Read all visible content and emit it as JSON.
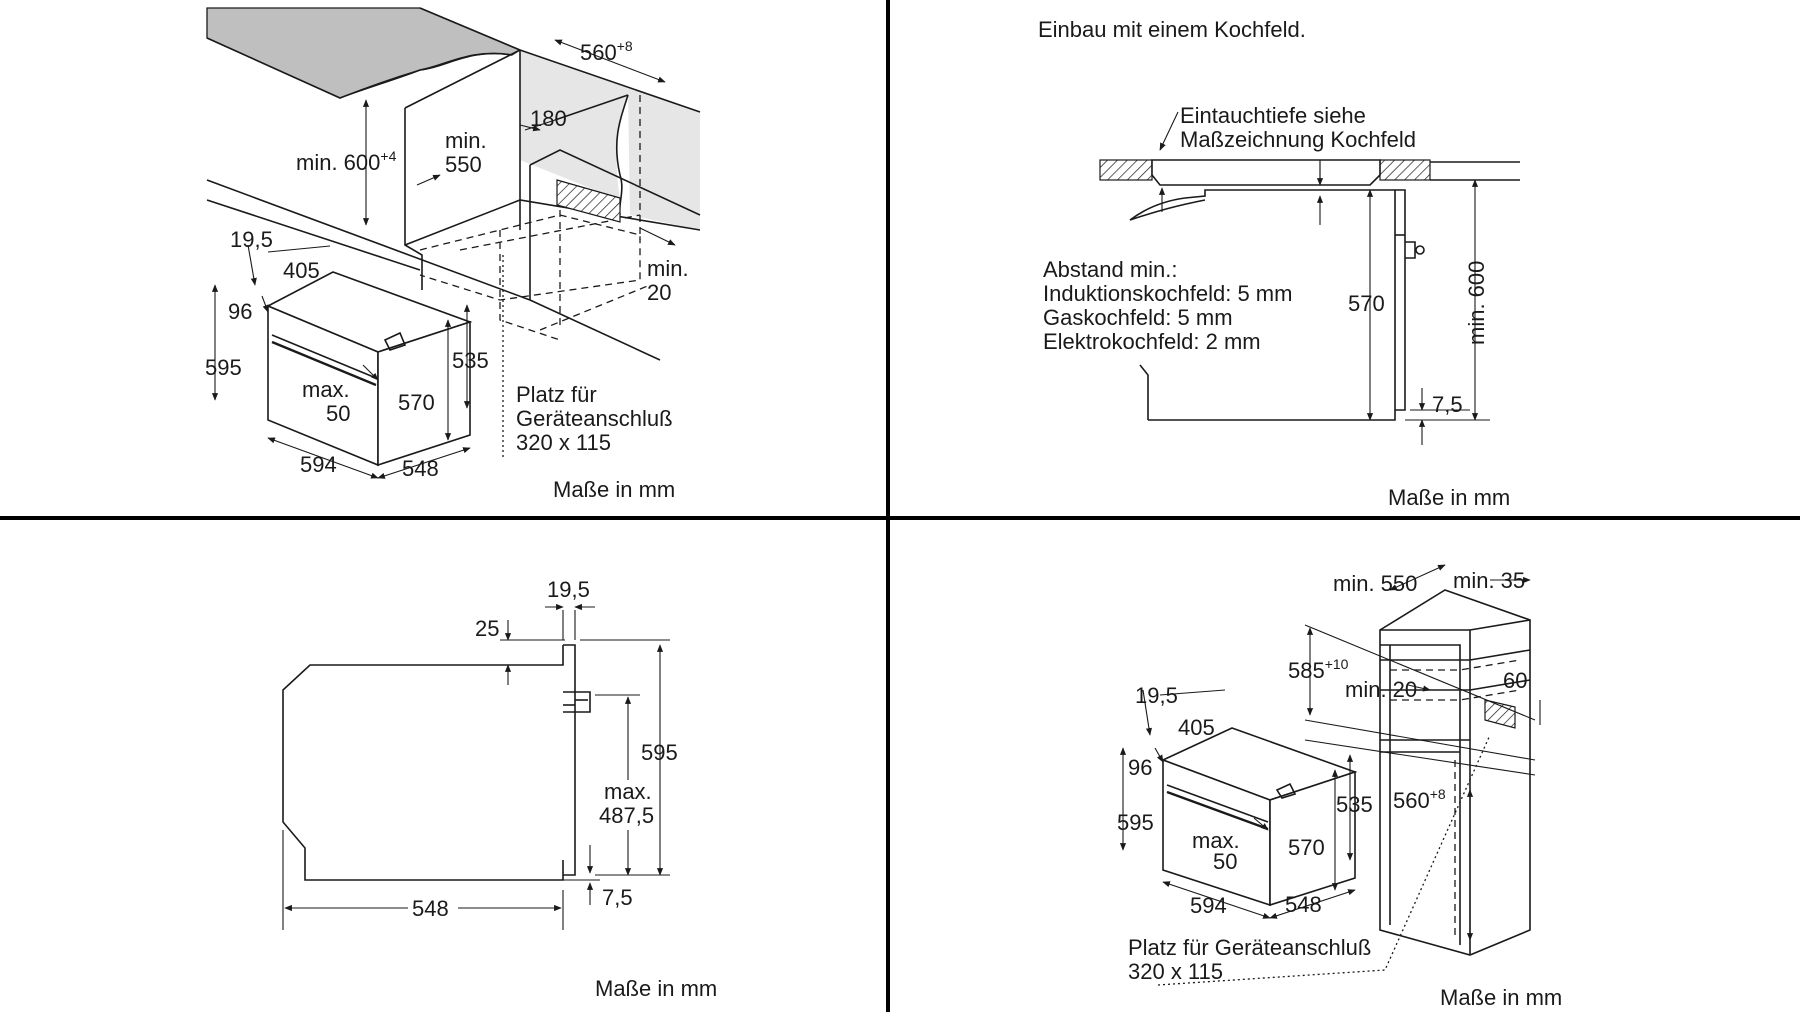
{
  "panel_top_left": {
    "dims": {
      "d560": "560",
      "d560_sup": "+8",
      "min600": "min. 600",
      "min600_sup": "+4",
      "min550_a": "min.",
      "min550_b": "550",
      "d180": "180",
      "min20_a": "min.",
      "min20_b": "20",
      "d19_5": "19,5",
      "d405": "405",
      "d96": "96",
      "d595": "595",
      "d535": "535",
      "max50_a": "max.",
      "max50_b": "50",
      "d570": "570",
      "d594": "594",
      "d548": "548"
    },
    "platz_line1": "Platz für",
    "platz_line2": "Geräteanschluß",
    "platz_line3": "320 x 115",
    "units": "Maße in mm"
  },
  "panel_top_right": {
    "title": "Einbau mit einem Kochfeld.",
    "eintauch_line1": "Eintauchtiefe siehe",
    "eintauch_line2": "Maßzeichnung Kochfeld",
    "abstand_line1": "Abstand min.:",
    "abstand_line2": "Induktionskochfeld: 5 mm",
    "abstand_line3": "Gaskochfeld: 5 mm",
    "abstand_line4": "Elektrokochfeld: 2 mm",
    "d570": "570",
    "min600": "min. 600",
    "d7_5": "7,5",
    "units": "Maße in mm"
  },
  "panel_bottom_left": {
    "d19_5": "19,5",
    "d25": "25",
    "d595": "595",
    "max_a": "max.",
    "max_b": "487,5",
    "d548": "548",
    "d7_5": "7,5",
    "units": "Maße in mm"
  },
  "panel_bottom_right": {
    "min550": "min. 550",
    "min35": "min. 35",
    "d585": "585",
    "d585_sup": "+10",
    "min20": "min. 20",
    "d60": "60",
    "d19_5": "19,5",
    "d405": "405",
    "d96": "96",
    "d595": "595",
    "d535": "535",
    "d560": "560",
    "d560_sup": "+8",
    "max50_a": "max.",
    "max50_b": "50",
    "d570": "570",
    "d594": "594",
    "d548": "548",
    "platz_line1": "Platz für Geräteanschluß",
    "platz_line2": "320 x 115",
    "units": "Maße in mm"
  }
}
